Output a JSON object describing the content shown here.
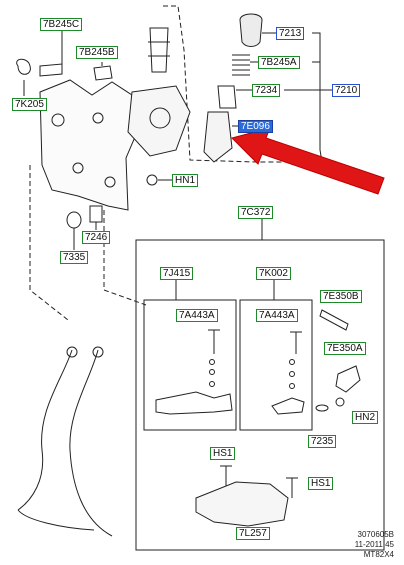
{
  "labels": {
    "l7B245C": "7B245C",
    "l7B245B": "7B245B",
    "l7K205": "7K205",
    "lHN1": "HN1",
    "l7246": "7246",
    "l7335": "7335",
    "l7213": "7213",
    "l7B245A": "7B245A",
    "l7234": "7234",
    "l7210": "7210",
    "l7E096": "7E096",
    "l7C372": "7C372",
    "l7J415": "7J415",
    "l7K002": "7K002",
    "l7A443A_1": "7A443A",
    "l7A443A_2": "7A443A",
    "l7E350B": "7E350B",
    "l7E350A": "7E350A",
    "lHN2": "HN2",
    "l7235": "7235",
    "lHS1_a": "HS1",
    "lHS1_b": "HS1",
    "l7L257": "7L257"
  },
  "footer": {
    "line1": "3070605B",
    "line2": "11-2011 45",
    "line3": "MT82X4"
  },
  "colors": {
    "label_border": "#1f8a2a",
    "label_border_blue": "#2a4fd0",
    "highlight_fill": "#2a6bd8",
    "arrow": "#e01515",
    "ink": "#222222"
  }
}
